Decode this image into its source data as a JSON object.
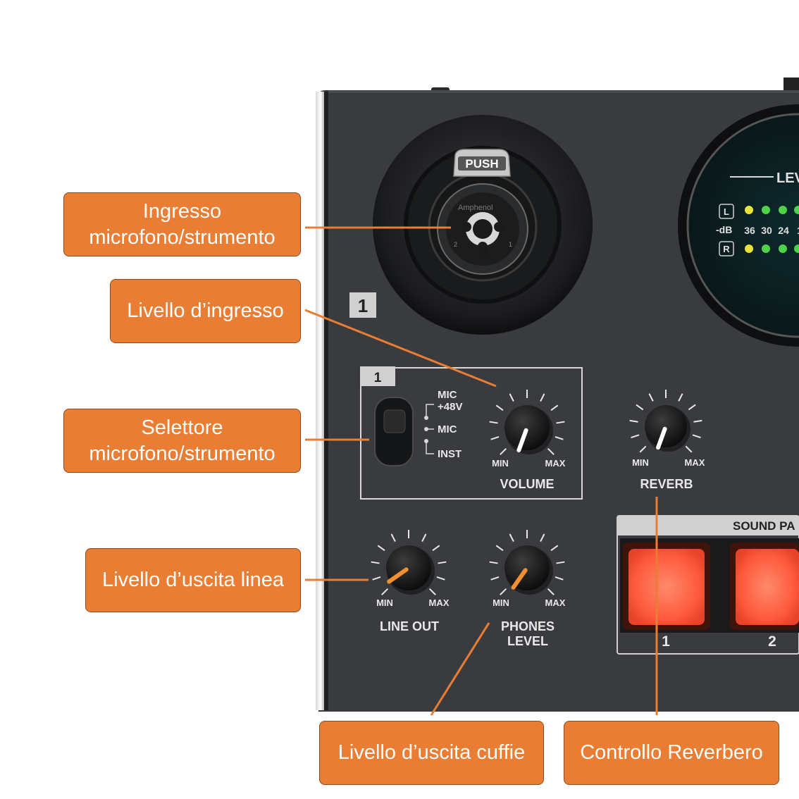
{
  "labels": {
    "mic_input": [
      "Ingresso",
      "microfono/strumento"
    ],
    "input_level": "Livello d’ingresso",
    "mic_inst_selector": [
      "Selettore",
      "microfono/strumento"
    ],
    "line_out_level": "Livello d’uscita linea",
    "phones_level": "Livello d’uscita cuffie",
    "reverb_control": "Controllo Reverbero"
  },
  "device": {
    "push_tab": "PUSH",
    "jack_brand": "Amphenol",
    "pin_2": "2",
    "pin_1": "1",
    "channel_badge": "1",
    "channel_box_badge": "1",
    "switch_mic48_a": "MIC",
    "switch_mic48_b": "+48V",
    "switch_mic": "MIC",
    "switch_inst": "INST",
    "knob_min": "MIN",
    "knob_max": "MAX",
    "volume_label": "VOLUME",
    "reverb_label": "REVERB",
    "line_out_label": "LINE OUT",
    "phones_label_1": "PHONES",
    "phones_label_2": "LEVEL",
    "meter_title": "LEV",
    "meter_L": "L",
    "meter_R": "R",
    "meter_db": "-dB",
    "meter_scale": [
      "36",
      "30",
      "24",
      "1"
    ],
    "sound_pad_title": "SOUND PA",
    "pad_1": "1",
    "pad_2": "2"
  },
  "colors": {
    "callout": "#ea7d34",
    "panel": "#3a3b3f",
    "pad": "#ff5a3c",
    "knob_indicator_white": "#ffffff",
    "knob_indicator_orange": "#f0902e",
    "led_yellow": "#e8e23a",
    "led_green": "#4fd24a"
  }
}
